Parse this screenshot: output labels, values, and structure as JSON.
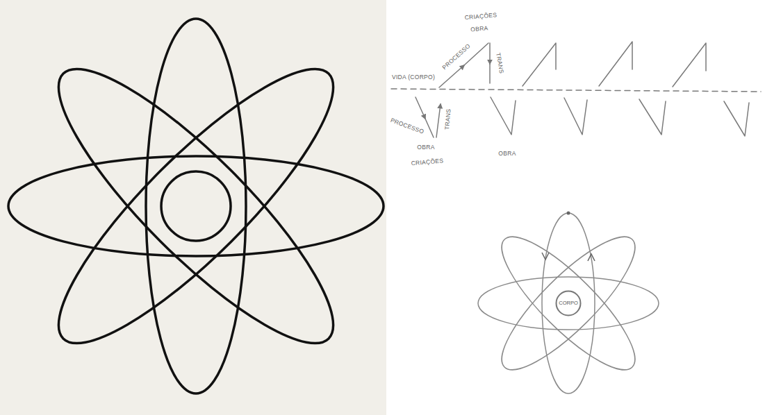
{
  "diagram": {
    "nodes": [
      {
        "text": [
          "CORPO"
        ]
      }
    ],
    "labels": [
      "CRIAÇÕES",
      "OBRA",
      "PROCESSO",
      "TRANS",
      "VIDA (CORPO)",
      "PROCESSO",
      "TRANS",
      "OBRA",
      "CRIAÇÕES",
      "OBRA"
    ]
  }
}
